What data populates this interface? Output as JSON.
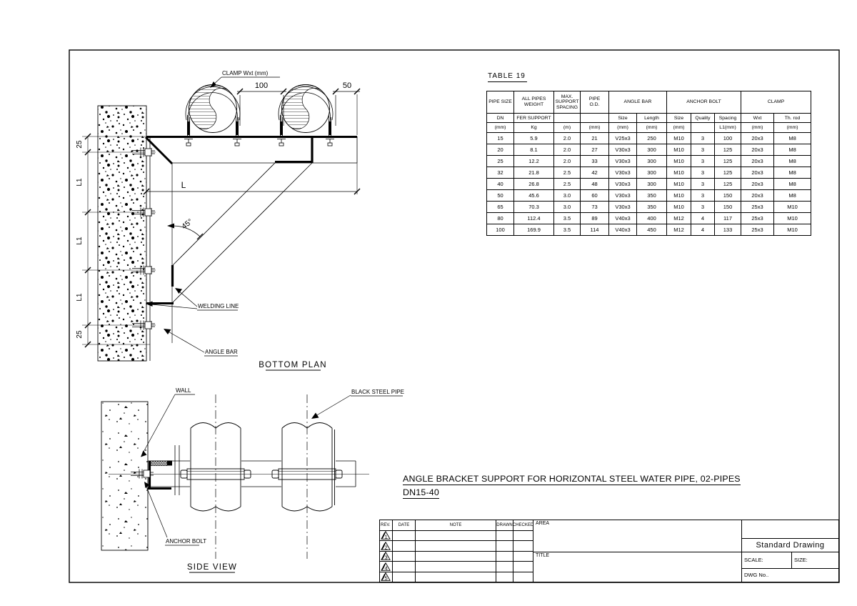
{
  "ink": "#000000",
  "paper": "#ffffff",
  "table19": {
    "title": "TABLE 19",
    "groups": [
      {
        "label": "PIPE SIZE",
        "span": 1
      },
      {
        "label": "ALL PIPES\nWEIGHT",
        "span": 1
      },
      {
        "label": "MAX.\nSUPPORT\nSPACING",
        "span": 1
      },
      {
        "label": "PIPE\nO.D.",
        "span": 1
      },
      {
        "label": "ANGLE BAR",
        "span": 2
      },
      {
        "label": "ANCHOR BOLT",
        "span": 3
      },
      {
        "label": "CLAMP",
        "span": 2
      }
    ],
    "subheaders": [
      "DN",
      "FER SUPPORT",
      "",
      "",
      "Size",
      "Length",
      "Size",
      "Quality",
      "Spacing",
      "Wxt",
      "Th. rod"
    ],
    "units": [
      "(mm)",
      "Kg",
      "(m)",
      "(mm)",
      "(mm)",
      "(mm)",
      "(mm)",
      "",
      "L1(mm)",
      "(mm)",
      "(mm)"
    ],
    "rows": [
      [
        "15",
        "5.9",
        "2.0",
        "21",
        "V25x3",
        "250",
        "M10",
        "3",
        "100",
        "20x3",
        "M8"
      ],
      [
        "20",
        "8.1",
        "2.0",
        "27",
        "V30x3",
        "300",
        "M10",
        "3",
        "125",
        "20x3",
        "M8"
      ],
      [
        "25",
        "12.2",
        "2.0",
        "33",
        "V30x3",
        "300",
        "M10",
        "3",
        "125",
        "20x3",
        "M8"
      ],
      [
        "32",
        "21.8",
        "2.5",
        "42",
        "V30x3",
        "300",
        "M10",
        "3",
        "125",
        "20x3",
        "M8"
      ],
      [
        "40",
        "26.8",
        "2.5",
        "48",
        "V30x3",
        "300",
        "M10",
        "3",
        "125",
        "20x3",
        "M8"
      ],
      [
        "50",
        "45.6",
        "3.0",
        "60",
        "V30x3",
        "350",
        "M10",
        "3",
        "150",
        "20x3",
        "M8"
      ],
      [
        "65",
        "70.3",
        "3.0",
        "73",
        "V30x3",
        "350",
        "M10",
        "3",
        "150",
        "25x3",
        "M10"
      ],
      [
        "80",
        "112.4",
        "3.5",
        "89",
        "V40x3",
        "400",
        "M12",
        "4",
        "117",
        "25x3",
        "M10"
      ],
      [
        "100",
        "169.9",
        "3.5",
        "114",
        "V40x3",
        "450",
        "M12",
        "4",
        "133",
        "25x3",
        "M10"
      ]
    ]
  },
  "bottom_plan": {
    "caption": "BOTTOM PLAN",
    "clamp_label": "CLAMP Wxt (mm)",
    "welding_label": "WELDING LINE",
    "angle_bar_label": "ANGLE BAR",
    "dim_top": "100",
    "dim_right": "50",
    "dim_length": "L",
    "dim_angle": "45°",
    "left_dims": [
      "25",
      "L1",
      "L1",
      "L1",
      "25"
    ]
  },
  "side_view": {
    "caption": "SIDE VIEW",
    "wall_label": "WALL",
    "pipe_label": "BLACK STEEL PIPE",
    "anchor_label": "ANCHOR BOLT"
  },
  "drawing_title": {
    "line1": "ANGLE BRACKET SUPPORT FOR HORIZONTAL STEEL WATER PIPE, 02-PIPES",
    "line2": "DN15-40"
  },
  "title_block": {
    "rev_header": [
      "REV.",
      "DATE",
      "NOTE",
      "DRAWN",
      "CHECKED"
    ],
    "rev_rows": [
      "1",
      "2",
      "3",
      "4",
      "5"
    ],
    "area_label": "AREA",
    "title_label": "TITLE",
    "standard_drawing": "Standard Drawing",
    "scale_label": "SCALE:",
    "size_label": "SIZE:",
    "dwg_label": "DWG No.."
  }
}
